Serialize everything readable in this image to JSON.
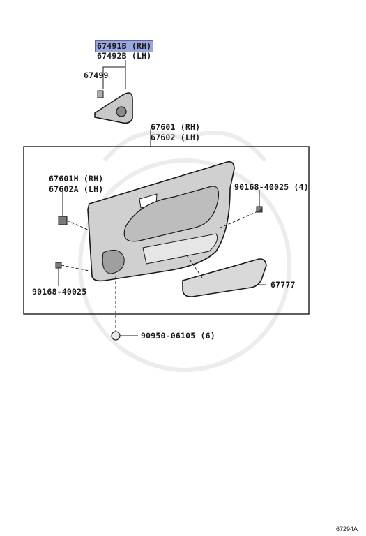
{
  "labels": {
    "trim_rh": "67491B (RH)",
    "trim_lh": "67492B (LH)",
    "clip_67499": "67499",
    "panel_rh": "67601 (RH)",
    "panel_lh": "67602 (LH)",
    "board_rh": "67601H (RH)",
    "board_lh": "67602A (LH)",
    "screw_4": "90168-40025 (4)",
    "screw_1": "90168-40025",
    "pocket": "67777",
    "plug": "90950-06105 (6)"
  },
  "figure_id": "67294A",
  "colors": {
    "highlight": "#9aa6dc",
    "line": "#1a1a1a",
    "watermark": "#ececec"
  }
}
